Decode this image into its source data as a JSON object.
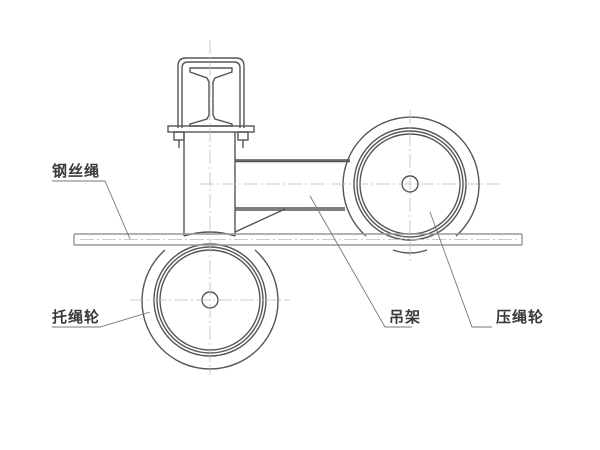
{
  "diagram": {
    "type": "mechanical-drawing",
    "background": "#ffffff",
    "line_color": "#555555",
    "centerline_color": "#bbbbbb",
    "labels": {
      "wire_rope": "钢丝绳",
      "support_pulley": "托绳轮",
      "hanger_frame": "吊架",
      "pressure_pulley": "压绳轮"
    },
    "components": [
      {
        "id": "i-beam-clamp",
        "description": "I-beam with U-bolt clamp at top"
      },
      {
        "id": "vertical-post",
        "description": "Vertical tube of hanger"
      },
      {
        "id": "horizontal-arm",
        "description": "Horizontal arm to pressure pulley"
      },
      {
        "id": "pressure-pulley",
        "description": "Upper-right wheel above rope"
      },
      {
        "id": "support-pulley",
        "description": "Lower-left wheel below rope"
      },
      {
        "id": "wire-rope",
        "description": "Horizontal rope passing between pulleys"
      }
    ]
  }
}
